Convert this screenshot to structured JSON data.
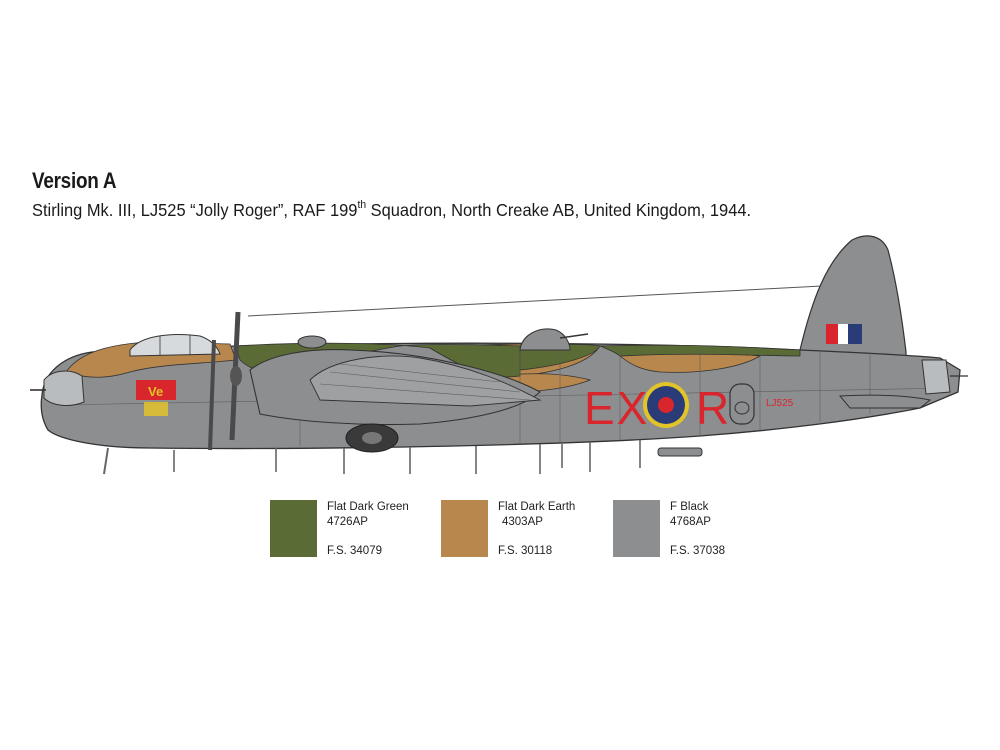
{
  "header": {
    "version_title": "Version A",
    "description_pre": "Stirling Mk. III, LJ525 “Jolly Roger”, RAF 199",
    "description_sup": "th",
    "description_post": " Squadron, North Creake AB, United Kingdom, 1944."
  },
  "aircraft": {
    "code_left": "EX",
    "code_right": "R",
    "serial": "LJ525",
    "nose_art": "Ve",
    "colors": {
      "grey": "#8c8e90",
      "green": "#5a6b35",
      "earth": "#b8874d",
      "red": "#d8262c",
      "blue": "#2a3c78",
      "yellow": "#e2c32a"
    }
  },
  "paints": [
    {
      "name": "Flat Dark Green",
      "code": "4726AP",
      "fs": "F.S. 34079",
      "color": "#5a6b35"
    },
    {
      "name": "Flat Dark Earth",
      "code": "4303AP",
      "fs": "F.S. 30118",
      "color": "#b8874d"
    },
    {
      "name": "F Black",
      "code": "4768AP",
      "fs": "F.S. 37038",
      "color": "#8c8e90"
    }
  ]
}
